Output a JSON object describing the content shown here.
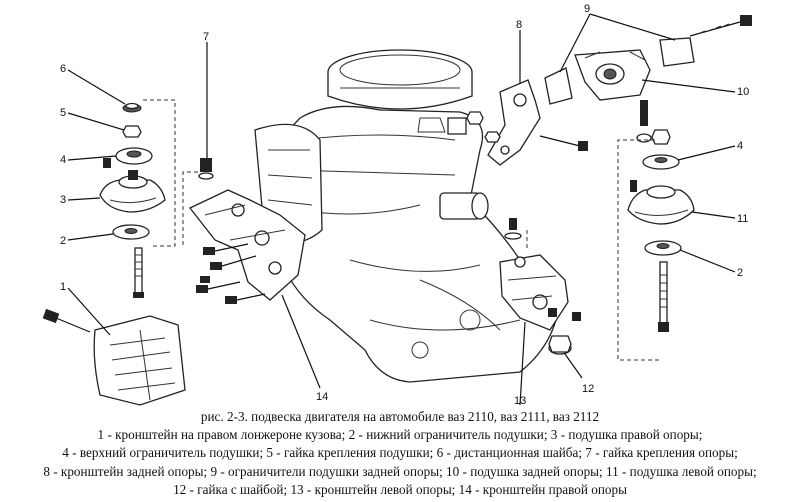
{
  "diagram": {
    "callouts": [
      "1",
      "2",
      "3",
      "4",
      "5",
      "6",
      "7",
      "8",
      "9",
      "10",
      "11",
      "12",
      "13",
      "14"
    ]
  },
  "caption": {
    "title": "рис. 2-3. подвеска двигателя на автомобиле ваз 2110, ваз 2111, ваз 2112",
    "lines": [
      "1 - кронштейн на правом лонжероне кузова; 2 - нижний ограничитель подушки; 3 - подушка правой опоры;",
      "4 - верхний ограничитель подушки; 5 - гайка крепления подушки; 6 - дистанционная шайба; 7 - гайка крепления опоры;",
      "8 - кронштейн задней опоры; 9 - ограничители подушки задней опоры; 10 - подушка задней опоры; 11 - подушка левой опоры;",
      "12 - гайка с шайбой; 13 - кронштейн левой опоры; 14 - кронштейн правой опоры"
    ]
  }
}
